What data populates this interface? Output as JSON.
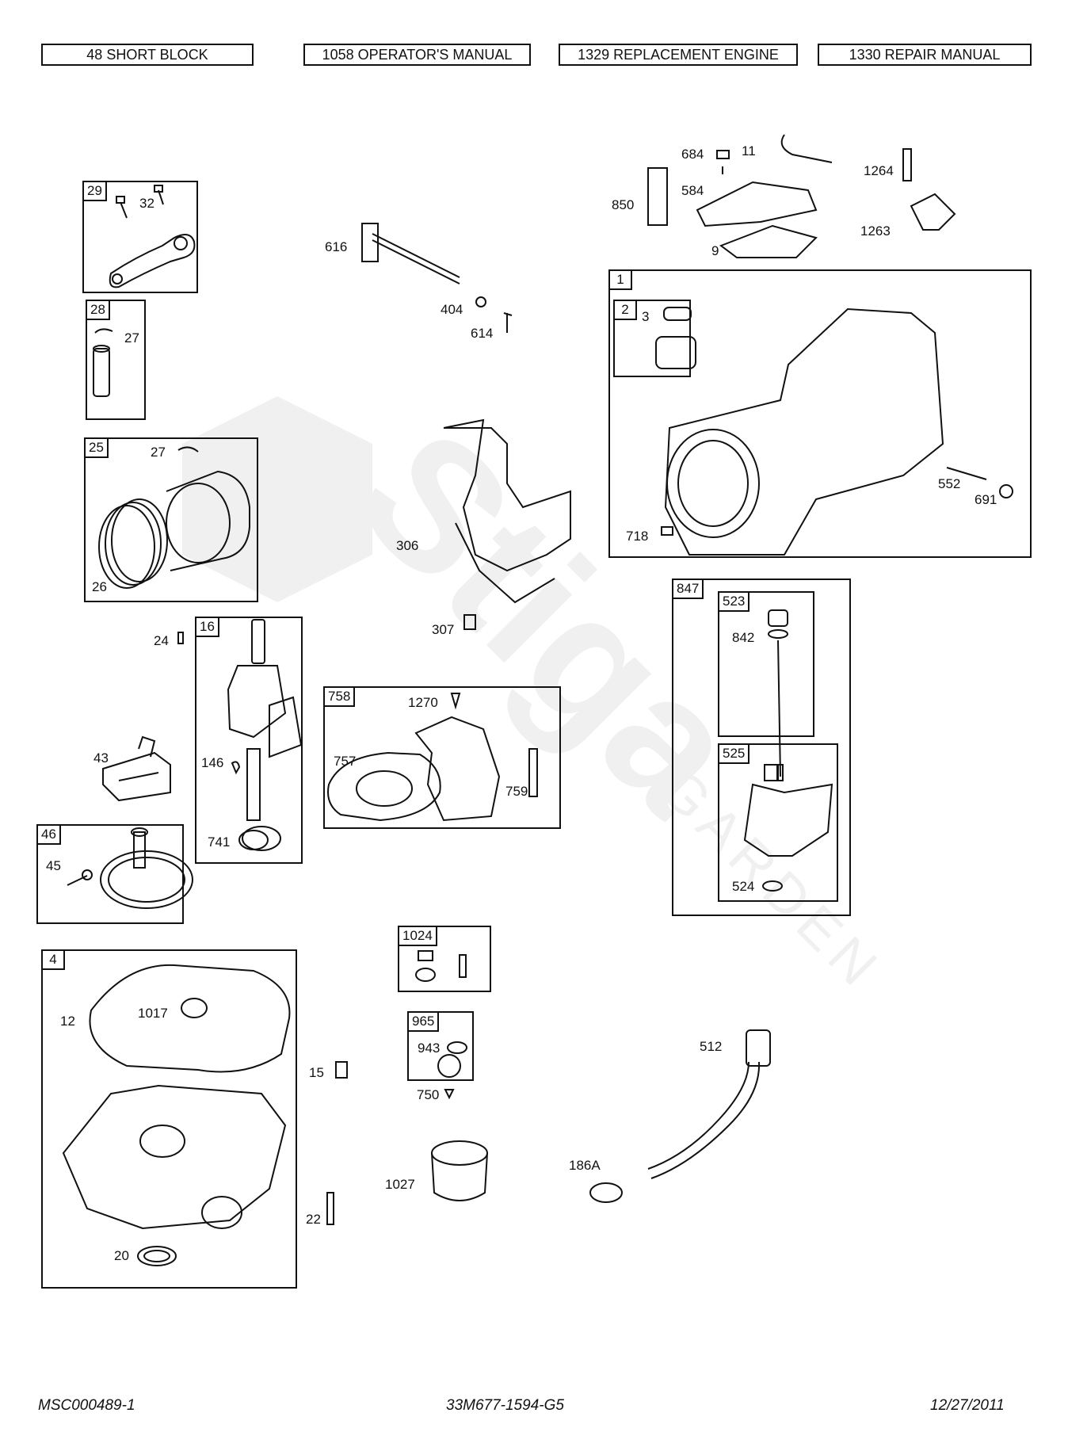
{
  "header": {
    "buttons": [
      "48 SHORT BLOCK",
      "1058 OPERATOR'S MANUAL",
      "1329 REPLACEMENT ENGINE",
      "1330 REPAIR MANUAL"
    ]
  },
  "boxes": {
    "b29": "29",
    "b28": "28",
    "b25": "25",
    "b16": "16",
    "b46": "46",
    "b4": "4",
    "b1": "1",
    "b2": "2",
    "b847": "847",
    "b523": "523",
    "b525": "525",
    "b758": "758",
    "b1024": "1024",
    "b965": "965"
  },
  "labels": {
    "l32": "32",
    "l27a": "27",
    "l27b": "27",
    "l26": "26",
    "l24": "24",
    "l146": "146",
    "l741": "741",
    "l43": "43",
    "l45": "45",
    "l12": "12",
    "l1017": "1017",
    "l20": "20",
    "l15": "15",
    "l22": "22",
    "l616": "616",
    "l404": "404",
    "l614": "614",
    "l306": "306",
    "l307": "307",
    "l1270": "1270",
    "l757": "757",
    "l759": "759",
    "l943": "943",
    "l750": "750",
    "l1027": "1027",
    "l186A": "186A",
    "l512": "512",
    "l684": "684",
    "l11": "11",
    "l850": "850",
    "l584": "584",
    "l9": "9",
    "l1264": "1264",
    "l1263": "1263",
    "l3": "3",
    "l552": "552",
    "l691": "691",
    "l718": "718",
    "l842": "842",
    "l524": "524"
  },
  "footer": {
    "left": "MSC000489-1",
    "center": "33M677-1594-G5",
    "right": "12/27/2011"
  },
  "watermark": {
    "brand": "Stiga",
    "sub": "GARDEN"
  }
}
